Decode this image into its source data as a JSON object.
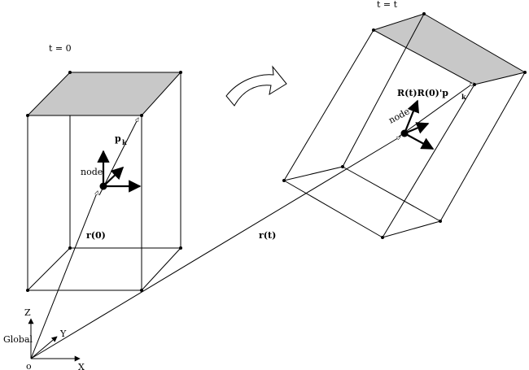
{
  "labels": {
    "time_initial": "t = 0",
    "time_final": "t = t",
    "node_initial": "node",
    "node_final": "node",
    "p_k_initial": "p",
    "p_k_initial_sub": "k",
    "rotation_expr": "R(t)R(0)'p",
    "rotation_expr_sub": "k",
    "r0": "r(0)",
    "rt": "r(t)",
    "global": "Global",
    "axis_x": "X",
    "axis_y": "Y",
    "axis_z": "Z",
    "origin": "o"
  },
  "icons": {
    "rotation_arrow": "curved-arrow-icon"
  },
  "colors": {
    "top_face": "#c8c8c8",
    "lines": "#000000"
  }
}
